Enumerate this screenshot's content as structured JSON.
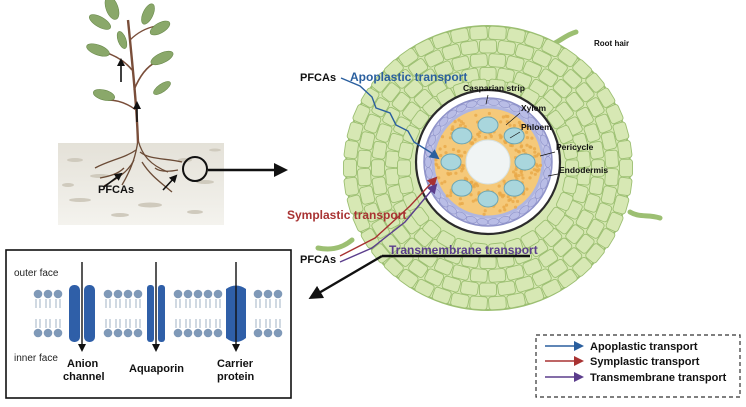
{
  "labels": {
    "pfcas_soil": "PFCAs",
    "pfcas_top": "PFCAs",
    "pfcas_bottom": "PFCAs",
    "apoplastic": "Apoplastic transport",
    "symplastic": "Symplastic transport",
    "transmembrane": "Transmembrane transport",
    "casparian": "Casparian strip",
    "xylem": "Xylem",
    "phloem": "Phloem",
    "pericycle": "Pericycle",
    "endodermis": "Endodermis",
    "root_hair": "Root hair"
  },
  "membrane": {
    "outer_face": "outer face",
    "inner_face": "inner face",
    "anion_line1": "Anion",
    "anion_line2": "channel",
    "aquaporin": "Aquaporin",
    "carrier_line1": "Carrier",
    "carrier_line2": "protein"
  },
  "legend": [
    {
      "label": "Apoplastic transport",
      "color": "#2a5f9e"
    },
    {
      "label": "Symplastic transport",
      "color": "#a83232"
    },
    {
      "label": "Transmembrane transport",
      "color": "#5b3d8c"
    }
  ],
  "colors": {
    "apoplastic": "#2a5f9e",
    "symplastic": "#a83232",
    "transmembrane": "#5b3d8c",
    "cortex": "#d7e8b4",
    "cell_border": "#9cbf72",
    "protein": "#2f5fa8",
    "phospholipid_head": "#7f99b8"
  }
}
